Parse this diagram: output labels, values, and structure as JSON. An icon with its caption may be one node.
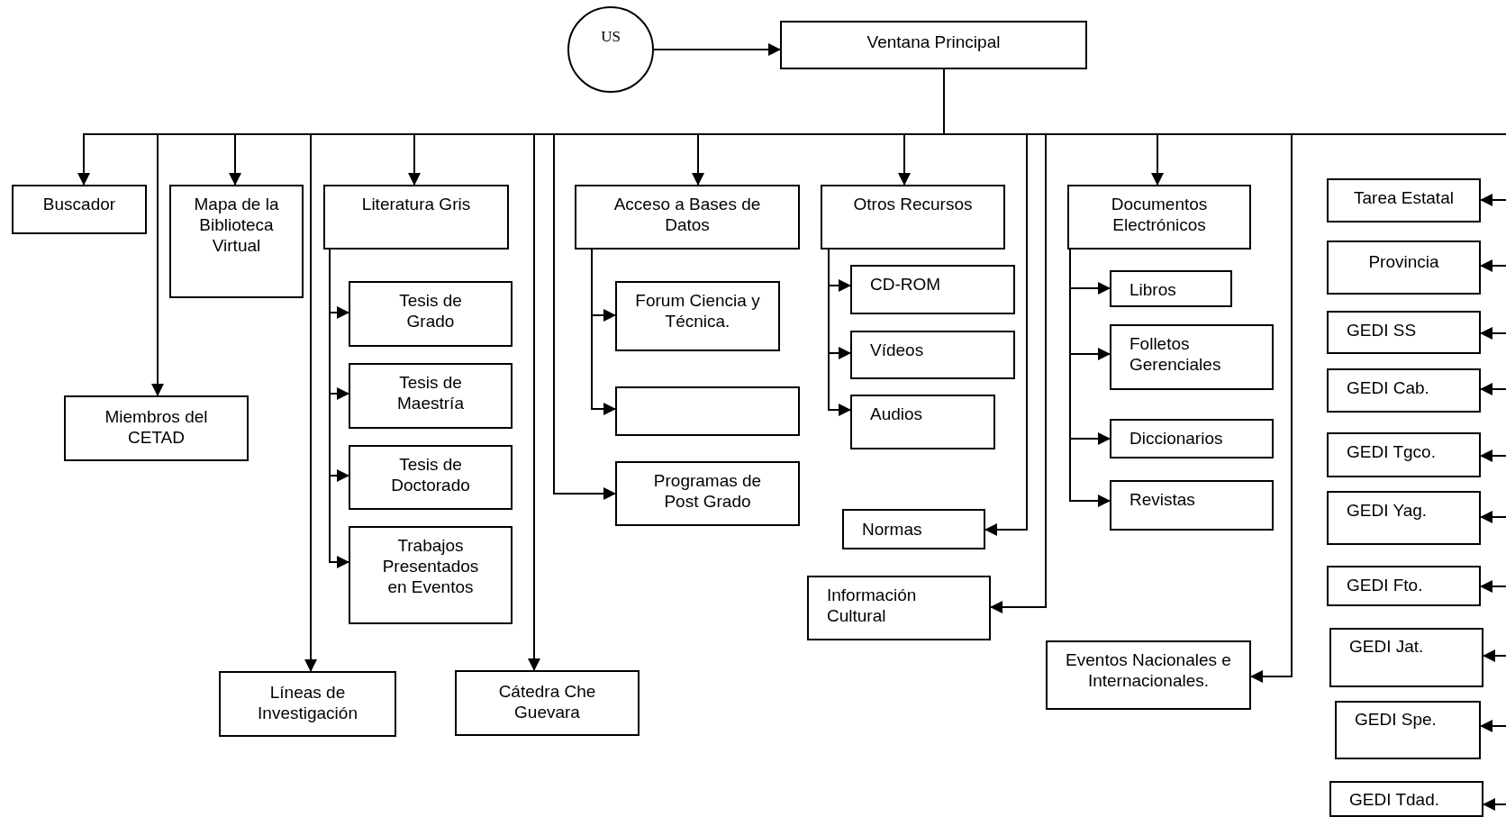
{
  "diagram": {
    "nodes": [
      {
        "text": [
          "US"
        ]
      },
      {
        "text": [
          "Ventana Principal"
        ]
      },
      {
        "text": [
          "Buscador"
        ]
      },
      {
        "text": [
          "Mapa de la Biblioteca Virtual"
        ]
      },
      {
        "text": [
          "Miembros del CETAD"
        ]
      },
      {
        "text": [
          "Literatura Gris"
        ]
      },
      {
        "text": [
          "Tesis de Grado"
        ]
      },
      {
        "text": [
          "Tesis de Maestría"
        ]
      },
      {
        "text": [
          "Tesis de Doctorado"
        ]
      },
      {
        "text": [
          "Trabajos Presentados en Eventos"
        ]
      },
      {
        "text": [
          "Líneas de Investigación"
        ]
      },
      {
        "text": [
          "Cátedra Che Guevara"
        ]
      },
      {
        "text": [
          "Acceso a Bases de Datos"
        ]
      },
      {
        "text": [
          "Forum Ciencia y Técnica."
        ]
      },
      {
        "text": [],
        "shape": "box"
      },
      {
        "text": [
          "Programas de Post Grado"
        ]
      },
      {
        "text": [
          "Otros Recursos"
        ]
      },
      {
        "text": [
          "CD-ROM"
        ]
      },
      {
        "text": [
          "Vídeos"
        ]
      },
      {
        "text": [
          "Audios"
        ]
      },
      {
        "text": [
          "Normas"
        ]
      },
      {
        "text": [
          "Información Cultural"
        ]
      },
      {
        "text": [
          "Documentos Electrónicos"
        ]
      },
      {
        "text": [
          "Libros"
        ]
      },
      {
        "text": [
          "Folletos Gerenciales"
        ]
      },
      {
        "text": [
          "Diccionarios"
        ]
      },
      {
        "text": [
          "Revistas"
        ]
      },
      {
        "text": [
          "Eventos Nacionales e Internacionales."
        ]
      },
      {
        "text": [
          "Tarea Estatal"
        ]
      },
      {
        "text": [
          "Provincia"
        ]
      },
      {
        "text": [
          "GEDI SS"
        ]
      },
      {
        "text": [
          "GEDI Cab."
        ]
      },
      {
        "text": [
          "GEDI Tgco."
        ]
      },
      {
        "text": [
          "GEDI Yag."
        ]
      },
      {
        "text": [
          "GEDI Fto."
        ]
      },
      {
        "text": [
          "GEDI Jat."
        ]
      },
      {
        "text": [
          "GEDI Spe."
        ]
      },
      {
        "text": [
          "GEDI Tdad."
        ]
      }
    ],
    "edges": [
      {
        "from": 0,
        "to": 1,
        "arrow": "to"
      },
      {
        "from": 1,
        "to": 2,
        "arrow": "to"
      },
      {
        "from": 1,
        "to": 3,
        "arrow": "to"
      },
      {
        "from": 1,
        "to": 4,
        "arrow": "to"
      },
      {
        "from": 1,
        "to": 5,
        "arrow": "to"
      },
      {
        "from": 5,
        "to": 6,
        "arrow": "to"
      },
      {
        "from": 5,
        "to": 7,
        "arrow": "to"
      },
      {
        "from": 5,
        "to": 8,
        "arrow": "to"
      },
      {
        "from": 5,
        "to": 9,
        "arrow": "to"
      },
      {
        "from": 1,
        "to": 10,
        "arrow": "to"
      },
      {
        "from": 1,
        "to": 11,
        "arrow": "to"
      },
      {
        "from": 1,
        "to": 15,
        "arrow": "to"
      },
      {
        "from": 1,
        "to": 12,
        "arrow": "to"
      },
      {
        "from": 12,
        "to": 13,
        "arrow": "to"
      },
      {
        "from": 12,
        "to": 14,
        "arrow": "to"
      },
      {
        "from": 1,
        "to": 16,
        "arrow": "to"
      },
      {
        "from": 16,
        "to": 17,
        "arrow": "to"
      },
      {
        "from": 16,
        "to": 18,
        "arrow": "to"
      },
      {
        "from": 16,
        "to": 19,
        "arrow": "to"
      },
      {
        "from": 1,
        "to": 20,
        "arrow": "to"
      },
      {
        "from": 1,
        "to": 21,
        "arrow": "to"
      },
      {
        "from": 1,
        "to": 22,
        "arrow": "to"
      },
      {
        "from": 22,
        "to": 23,
        "arrow": "to"
      },
      {
        "from": 22,
        "to": 24,
        "arrow": "to"
      },
      {
        "from": 22,
        "to": 25,
        "arrow": "to"
      },
      {
        "from": 22,
        "to": 26,
        "arrow": "to"
      },
      {
        "from": 1,
        "to": 27,
        "arrow": "to"
      },
      {
        "from": 1,
        "to": 28,
        "arrow": "to"
      },
      {
        "from": 1,
        "to": 29,
        "arrow": "to"
      },
      {
        "from": 1,
        "to": 30,
        "arrow": "to"
      },
      {
        "from": 1,
        "to": 31,
        "arrow": "to"
      },
      {
        "from": 1,
        "to": 32,
        "arrow": "to"
      },
      {
        "from": 1,
        "to": 33,
        "arrow": "to"
      },
      {
        "from": 1,
        "to": 34,
        "arrow": "to"
      },
      {
        "from": 1,
        "to": 35,
        "arrow": "to"
      },
      {
        "from": 1,
        "to": 36,
        "arrow": "to"
      },
      {
        "from": 1,
        "to": 37,
        "arrow": "to"
      }
    ]
  }
}
